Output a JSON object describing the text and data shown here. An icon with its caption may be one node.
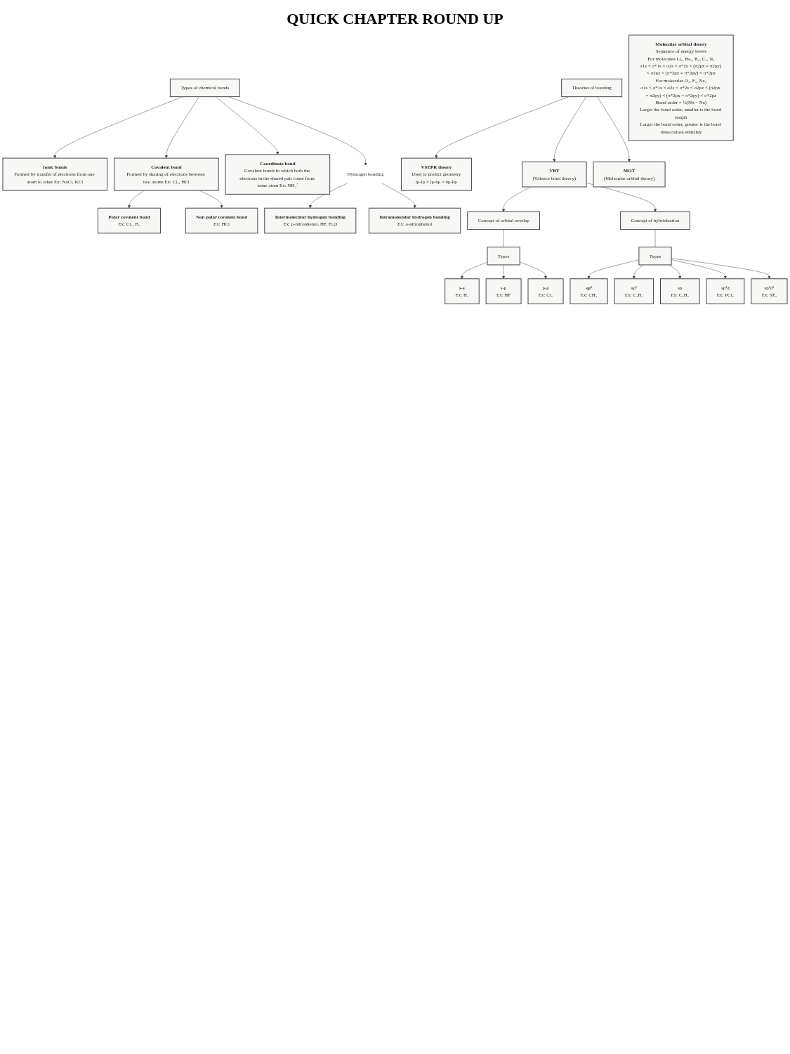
{
  "diagram": {
    "title": "QUICK CHAPTER ROUND UP",
    "nodes": [
      {
        "text": [
          "Types of chemical bonds"
        ]
      },
      {
        "text": [
          "Ionic bonds",
          "Formed by transfer of electrons from one atom to other Ex: NaCl, KCl"
        ]
      },
      {
        "text": [
          "Covalent bond",
          "Formed by sharing of electrons between two atoms Ex: Cl₂, HCl"
        ]
      },
      {
        "text": [
          "Coordinate bond",
          "Covalent bonds in which both the electrons in the shared pair come from same atom Ex: NH₄⁺"
        ]
      },
      {
        "text": [
          "Hydrogen bonding"
        ]
      },
      {
        "text": [
          "Polar covalent bond",
          "Ex: Cl₂, H₂"
        ]
      },
      {
        "text": [
          "Non polar covalent bond",
          "Ex: HCl"
        ]
      },
      {
        "text": [
          "Intermolecular hydrogen bonding",
          "Ex: p-nitrophenol, HF, H₂O"
        ]
      },
      {
        "text": [
          "Intramolecular hydrogen bonding",
          "Ex: o-nitrophenol"
        ]
      },
      {
        "text": [
          "Theories of bonding"
        ]
      },
      {
        "text": [
          "VSEPR theory",
          "Used to predict geometry",
          "lp-lp > lp-bp > bp-bp"
        ]
      },
      {
        "text": [
          "VBT",
          "(Valence bond theory)"
        ]
      },
      {
        "text": [
          "MOT",
          "(Molecular orbital theory)"
        ]
      },
      {
        "text": [
          "Concept of orbital overlap"
        ]
      },
      {
        "text": [
          "Concept of hybridisation"
        ]
      },
      {
        "text": [
          "Types"
        ]
      },
      {
        "text": [
          "Types"
        ]
      },
      {
        "text": [
          "s-s",
          "Ex: H₂"
        ]
      },
      {
        "text": [
          "s-p",
          "Ex: HF"
        ]
      },
      {
        "text": [
          "p-p",
          "Ex: Cl₂"
        ]
      },
      {
        "text": [
          "sp³",
          "Ex: CH₄"
        ]
      },
      {
        "text": [
          "sp²",
          "Ex: C₂H₄"
        ]
      },
      {
        "text": [
          "sp",
          "Ex: C₂H₂"
        ]
      },
      {
        "text": [
          "sp³d",
          "Ex: PCl₅"
        ]
      },
      {
        "text": [
          "sp³d²",
          "Ex: SF₆"
        ]
      },
      {
        "text": [
          "Molecular orbital theory",
          "Sequence of energy levels",
          "For molecules Li₂, Be₂, B₂, C₂, N₂",
          "σ1s < σ*1s < σ2s < σ*2s < (π2px = π2py) < σ2pz < (π*2px = π*2py) < σ*2pz",
          "For molecules O₂, F₂, Ne₂",
          "σ1s < σ*1s < σ2s < σ*2s < σ2pz < (π2px = π2py) < (π*2px = π*2py) < σ*2pz",
          "Bond order = ½(Nb − Na)",
          "Larger the bond order, smaller is the bond length",
          "Larger the bond order, greater is the bond dissociation enthalpy"
        ]
      }
    ],
    "edges": [
      {
        "from": 0,
        "to": 1,
        "arrow": "to"
      },
      {
        "from": 0,
        "to": 2,
        "arrow": "to"
      },
      {
        "from": 0,
        "to": 3,
        "arrow": "to"
      },
      {
        "from": 0,
        "to": 4,
        "arrow": "to"
      },
      {
        "from": 2,
        "to": 5,
        "arrow": "to"
      },
      {
        "from": 2,
        "to": 6,
        "arrow": "to"
      },
      {
        "from": 4,
        "to": 7,
        "arrow": "to"
      },
      {
        "from": 4,
        "to": 8,
        "arrow": "to"
      },
      {
        "from": 9,
        "to": 10,
        "arrow": "to"
      },
      {
        "from": 9,
        "to": 11,
        "arrow": "to"
      },
      {
        "from": 9,
        "to": 12,
        "arrow": "to"
      },
      {
        "from": 11,
        "to": 13,
        "arrow": "to"
      },
      {
        "from": 11,
        "to": 14,
        "arrow": "to"
      },
      {
        "from": 13,
        "to": 15,
        "arrow": "none"
      },
      {
        "from": 14,
        "to": 16,
        "arrow": "none"
      },
      {
        "from": 15,
        "to": 17,
        "arrow": "to"
      },
      {
        "from": 15,
        "to": 18,
        "arrow": "to"
      },
      {
        "from": 15,
        "to": 19,
        "arrow": "to"
      },
      {
        "from": 16,
        "to": 20,
        "arrow": "to"
      },
      {
        "from": 16,
        "to": 21,
        "arrow": "to"
      },
      {
        "from": 16,
        "to": 22,
        "arrow": "to"
      },
      {
        "from": 16,
        "to": 23,
        "arrow": "to"
      },
      {
        "from": 16,
        "to": 24,
        "arrow": "to"
      }
    ]
  }
}
